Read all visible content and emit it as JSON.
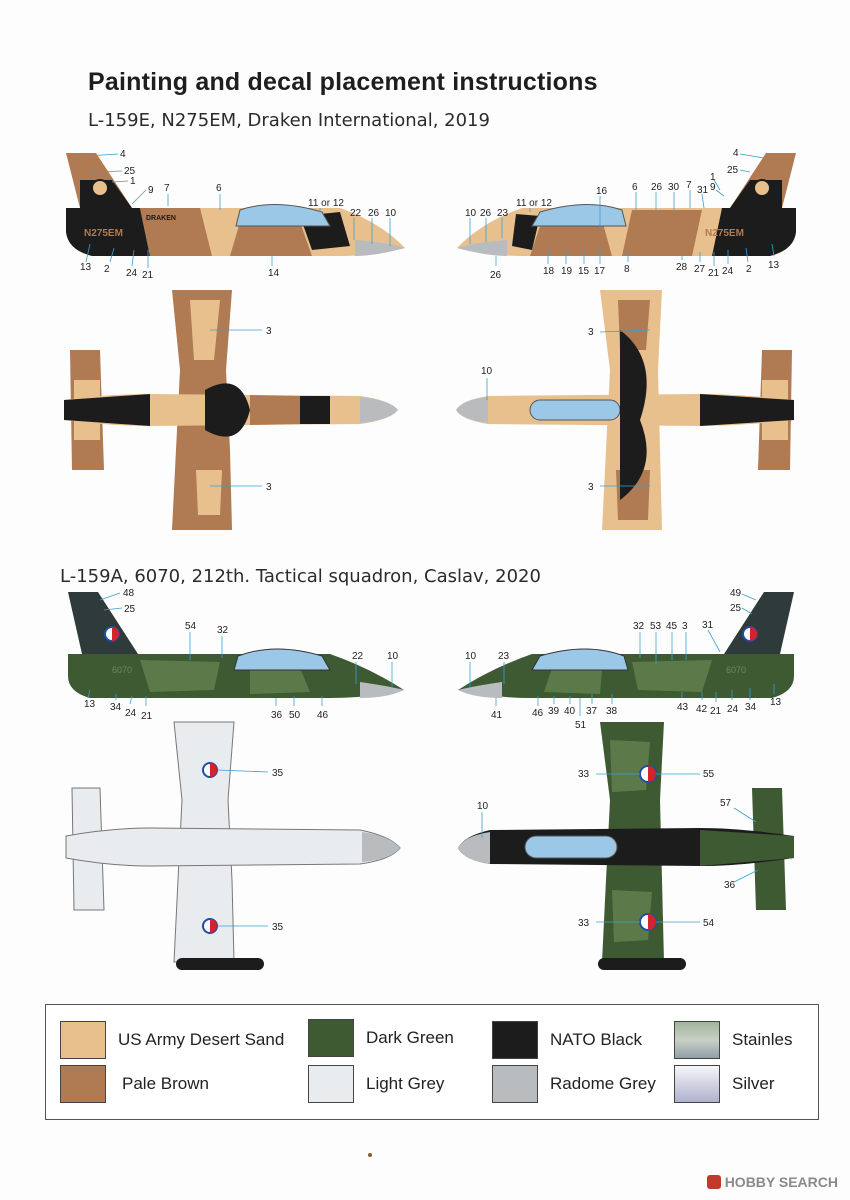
{
  "title": "Painting and decal placement instructions",
  "schemes": [
    {
      "heading": "L-159E, N275EM, Draken International, 2019",
      "serial_left": "N275EM",
      "serial_right": "N275EM",
      "logo_text": "DRAKEN"
    },
    {
      "heading": "L-159A, 6070, 212th. Tactical squadron, Caslav, 2020",
      "serial_left": "6070",
      "serial_right": "6070"
    }
  ],
  "colors": {
    "sand": "#e8c08e",
    "brown": "#b07a52",
    "black": "#1c1c1c",
    "dark_green": "#3e5a33",
    "light_grey": "#e9ecee",
    "radome_grey": "#b8bcbf",
    "canopy": "#9cc8e8",
    "callout_line": "#3a9fd0"
  },
  "callouts": {
    "c4": "4",
    "c25": "25",
    "c1": "1",
    "c9": "9",
    "c7": "7",
    "c6": "6",
    "c11or12": "11 or 12",
    "c22": "22",
    "c26": "26",
    "c10": "10",
    "c13": "13",
    "c2": "2",
    "c24": "24",
    "c21": "21",
    "c14": "14",
    "r10": "10",
    "r26": "26",
    "r23": "23",
    "r11or12": "11 or 12",
    "r16": "16",
    "r6": "6",
    "r26b": "26",
    "r30": "30",
    "r7": "7",
    "r31": "31",
    "r1": "1",
    "r9": "9",
    "r25": "25",
    "r4": "4",
    "r26c": "26",
    "r18": "18",
    "r19": "19",
    "r15": "15",
    "r17": "17",
    "r8": "8",
    "r28": "28",
    "r27": "27",
    "r21": "21",
    "r24": "24",
    "r2": "2",
    "r13": "13",
    "t3a": "3",
    "t3b": "3",
    "b10": "10",
    "b3a": "3",
    "b3b": "3",
    "g48": "48",
    "g25": "25",
    "g54": "54",
    "g32": "32",
    "g22": "22",
    "g10": "10",
    "g13": "13",
    "g34": "34",
    "g24": "24",
    "g21": "21",
    "g36": "36",
    "g50": "50",
    "g46": "46",
    "h10": "10",
    "h23": "23",
    "h32": "32",
    "h53": "53",
    "h45": "45",
    "h3": "3",
    "h31": "31",
    "h25": "25",
    "h49": "49",
    "h41": "41",
    "h46": "46",
    "h39": "39",
    "h40": "40",
    "h37": "37",
    "h38": "38",
    "h51": "51",
    "h43": "43",
    "h42": "42",
    "h21": "21",
    "h24": "24",
    "h34": "34",
    "h13": "13",
    "u35a": "35",
    "u35b": "35",
    "v10": "10",
    "v33a": "33",
    "v55": "55",
    "v57": "57",
    "v36": "36",
    "v33b": "33",
    "v54": "54"
  },
  "legend": [
    {
      "label": "US Army Desert Sand",
      "color": "#e8c08e"
    },
    {
      "label": "Dark Green",
      "color": "#3e5a33"
    },
    {
      "label": "NATO Black",
      "color": "#1c1c1c"
    },
    {
      "label": "Stainles",
      "color": "#b9c3b3"
    },
    {
      "label": "Pale Brown",
      "color": "#b07a52"
    },
    {
      "label": "Light Grey",
      "color": "#e9ecee"
    },
    {
      "label": "Radome Grey",
      "color": "#b8bcbf"
    },
    {
      "label": "Silver",
      "color": "#e4e6ef"
    }
  ],
  "watermark": "HOBBY SEARCH"
}
